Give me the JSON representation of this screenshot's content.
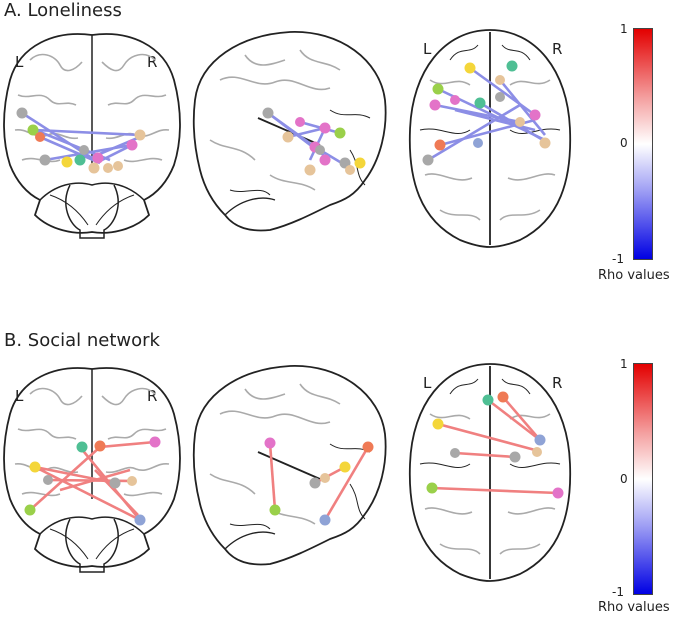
{
  "panels": [
    {
      "title": "A.  Loneliness",
      "left_label": "L",
      "right_label": "R",
      "colorbar": {
        "max": "1",
        "mid": "0",
        "min": "-1",
        "label": "Rho values"
      },
      "edge_color": "#8c8ee6"
    },
    {
      "title": "B. Social network",
      "left_label": "L",
      "right_label": "R",
      "colorbar": {
        "max": "1",
        "mid": "0",
        "min": "-1",
        "label": "Rho values"
      },
      "edge_color": "#f08080"
    }
  ],
  "node_colors": {
    "gray": "#a8a8a8",
    "tan": "#e6c49a",
    "pink": "#e373c8",
    "yellow": "#f4d63a",
    "green": "#9ad04a",
    "teal": "#4fbf94",
    "orange": "#ef7a55",
    "blue": "#8fa3d6"
  }
}
